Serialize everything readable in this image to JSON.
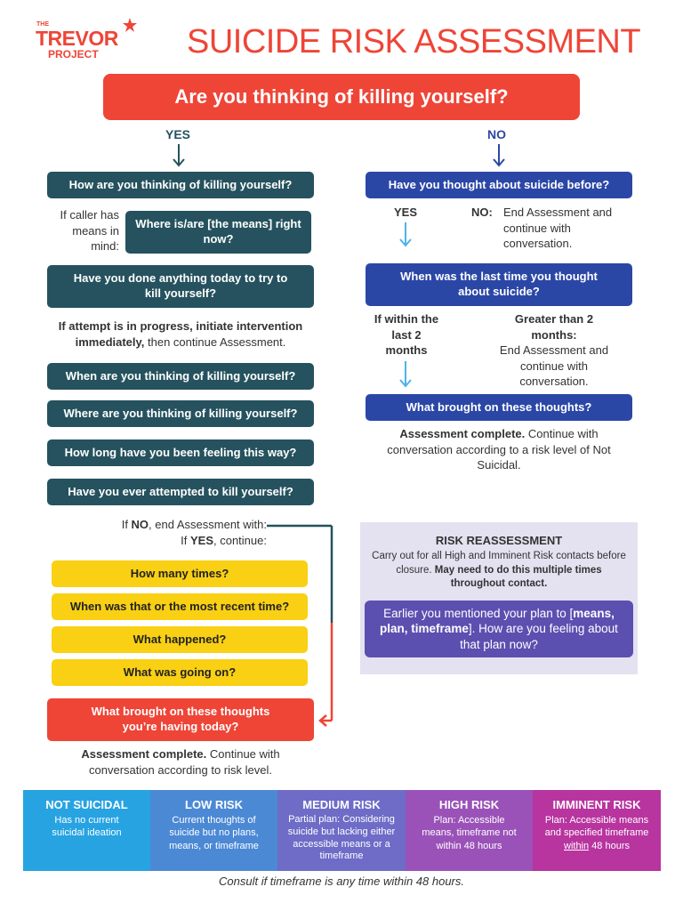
{
  "logo": {
    "the": "THE",
    "trevor": "TREVOR",
    "project": "PROJECT"
  },
  "title": "SUICIDE RISK ASSESSMENT",
  "main_question": "Are you thinking of killing yourself?",
  "yes_label": "YES",
  "no_label": "NO",
  "left": {
    "q1": "How are you thinking of killing yourself?",
    "means_note": "If caller has means in mind:",
    "q_means": "Where is/are [the means] right now?",
    "q2": "Have you done anything today to try to kill yourself?",
    "attempt_bold": "If attempt is in progress, initiate intervention immediately,",
    "attempt_rest": " then continue Assessment.",
    "q3": "When are you thinking of killing yourself?",
    "q4": "Where are you thinking of killing yourself?",
    "q5": "How long have you been feeling this way?",
    "q6": "Have you ever attempted to kill yourself?",
    "branch_if": "If ",
    "branch_no": "NO",
    "branch_no_rest": ", end Assessment with:",
    "branch_yes": "YES",
    "branch_yes_rest": ", continue:",
    "y1": "How many times?",
    "y2": "When was that or the most recent time?",
    "y3": "What happened?",
    "y4": "What was going on?",
    "final_q": "What brought on these thoughts you’re having today?",
    "complete_bold": "Assessment complete.",
    "complete_rest": " Continue with conversation according to risk level."
  },
  "right": {
    "q1": "Have you thought about suicide before?",
    "yes": "YES",
    "no": "NO:",
    "no_text": "End Assessment and continue with conversation.",
    "q2": "When was the last time you thought about suicide?",
    "within": "If within the last 2 months",
    "greater_bold": "Greater than 2 months:",
    "greater_rest": "End Assessment and continue with conversation.",
    "q3": "What brought on these thoughts?",
    "complete_bold": "Assessment complete.",
    "complete_rest": " Continue with conversation according to a risk level of Not Suicidal."
  },
  "reassess": {
    "title": "RISK REASSESSMENT",
    "text": "Carry out for all High and Imminent Risk contacts before closure. ",
    "text_bold": "May need to do this multiple times throughout contact.",
    "q_pre": "Earlier you mentioned your plan to [",
    "q_bold": "means, plan, timeframe",
    "q_post": "]. How are you feeling about that plan now?"
  },
  "risk_levels": [
    {
      "title": "NOT SUICIDAL",
      "desc": "Has no current suicidal ideation",
      "color": "#27a3e2"
    },
    {
      "title": "LOW RISK",
      "desc": "Current thoughts of suicide but no plans, means, or timeframe",
      "color": "#4c89d5"
    },
    {
      "title": "MEDIUM RISK",
      "desc": "Partial plan: Considering suicide but lacking either accessible means or a timeframe",
      "color": "#6e6cc7"
    },
    {
      "title": "HIGH RISK",
      "desc": "Plan: Accessible means, timeframe not within 48 hours",
      "color": "#9a52b8"
    },
    {
      "title": "IMMINENT RISK",
      "desc_pre": "Plan: Accessible means and specified timeframe ",
      "desc_u": "within",
      "desc_post": " 48 hours",
      "color": "#b8349f"
    }
  ],
  "footer": "Consult if timeframe is any time within 48 hours.",
  "colors": {
    "teal": "#25525e",
    "blue": "#2b47a6",
    "yellow": "#f9d013",
    "red": "#ee4537",
    "title": "#ee4537",
    "reassess_bg": "#e4e2f1",
    "reassess_box": "#5b4fb0"
  }
}
